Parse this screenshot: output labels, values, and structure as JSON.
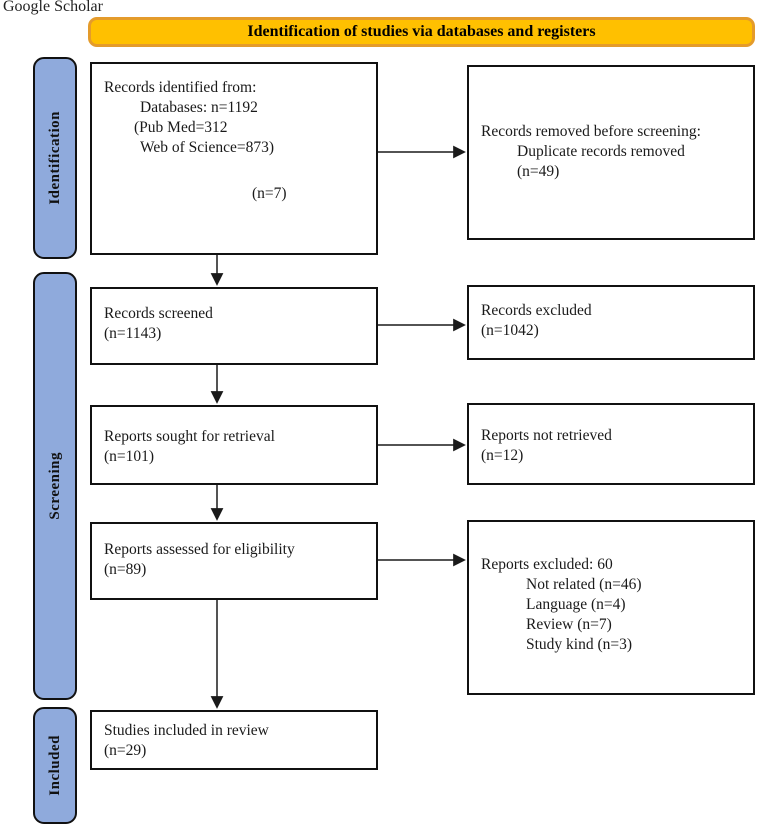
{
  "page": {
    "corner_caption": "Google Scholar"
  },
  "header": {
    "label": "Identification of studies via databases and registers"
  },
  "stages": {
    "identification": "Identification",
    "screening": "Screening",
    "included": "Included"
  },
  "boxes": {
    "records_identified": {
      "lines": [
        "Records identified from:",
        "Databases: n=1192",
        "(Pub Med=312",
        "Web of Science=873)",
        "(n=7)"
      ]
    },
    "records_removed": {
      "lines": [
        "Records removed before screening:",
        "Duplicate records removed",
        "(n=49)"
      ]
    },
    "records_screened": {
      "lines": [
        "Records screened",
        "(n=1143)"
      ]
    },
    "records_excluded": {
      "lines": [
        "Records excluded",
        "(n=1042)"
      ]
    },
    "reports_sought": {
      "lines": [
        "Reports sought for retrieval",
        "(n=101)"
      ]
    },
    "reports_not_retrieved": {
      "lines": [
        "Reports not retrieved",
        "(n=12)"
      ]
    },
    "reports_assessed": {
      "lines": [
        "Reports assessed for eligibility",
        "(n=89)"
      ]
    },
    "reports_excluded": {
      "lines": [
        "Reports excluded: 60",
        "Not related (n=46)",
        "Language (n=4)",
        "Review (n=7)",
        "Study kind (n=3)"
      ]
    },
    "studies_included": {
      "lines": [
        "Studies included in review",
        "(n=29)"
      ]
    }
  },
  "colors": {
    "banner_fill": "#FFC000",
    "banner_border": "#E49B2B",
    "stage_fill": "#8FAADC",
    "box_border": "#111111",
    "arrow": "#1a1a1a"
  }
}
